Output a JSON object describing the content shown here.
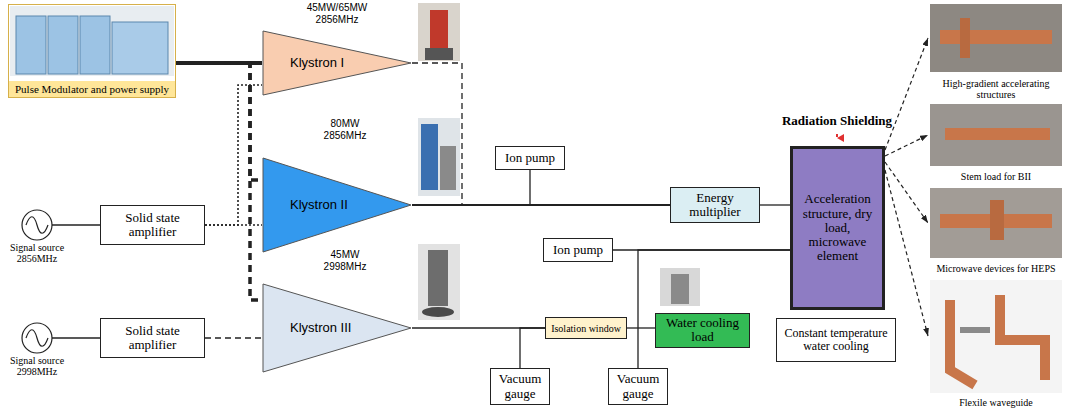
{
  "diagram": {
    "nodes": [
      {
        "text": [
          "Pulse Modulator and power supply"
        ]
      },
      {
        "text": [
          "Klystron I"
        ]
      },
      {
        "text": [
          "Klystron II"
        ]
      },
      {
        "text": [
          "Ion pump"
        ]
      },
      {
        "text": [
          "Signal source 2856MHz"
        ]
      },
      {
        "text": [
          "Solid state amplifier"
        ]
      },
      {
        "text": [
          "Energy multiplier"
        ]
      },
      {
        "text": [
          "Acceleration structure, dry load, microwave element"
        ]
      },
      {
        "text": [
          "Ion pump"
        ]
      },
      {
        "text": [
          "Klystron III"
        ]
      },
      {
        "text": [
          "Signal source 2998MHz"
        ]
      },
      {
        "text": [
          "Solid state amplifier"
        ]
      },
      {
        "text": [
          "Isolation window"
        ]
      },
      {
        "text": [
          "Water cooling load"
        ]
      },
      {
        "text": [
          "Constant temperature water cooling"
        ]
      },
      {
        "text": [
          "Vacuum gauge"
        ]
      },
      {
        "text": [
          "Vacuum gauge"
        ]
      },
      {
        "text": [
          "High-gradient accelerating structures"
        ]
      },
      {
        "text": [
          "Stem load for BII"
        ]
      },
      {
        "text": [
          "Microwave devices for HEPS"
        ]
      },
      {
        "text": [
          "Flexile waveguide"
        ]
      }
    ],
    "edges": [
      {
        "from": 0,
        "to": 1,
        "arrow": "none"
      },
      {
        "from": 0,
        "to": 2,
        "arrow": "none"
      },
      {
        "from": 0,
        "to": 9,
        "arrow": "none"
      },
      {
        "from": 4,
        "to": 5,
        "arrow": "none"
      },
      {
        "from": 5,
        "to": 1,
        "arrow": "none"
      },
      {
        "from": 5,
        "to": 2,
        "arrow": "none"
      },
      {
        "from": 10,
        "to": 11,
        "arrow": "none"
      },
      {
        "from": 11,
        "to": 9,
        "arrow": "none"
      },
      {
        "from": 1,
        "to": 6,
        "arrow": "none"
      },
      {
        "from": 2,
        "to": 6,
        "arrow": "none"
      },
      {
        "from": 3,
        "to": 6,
        "arrow": "none"
      },
      {
        "from": 6,
        "to": 7,
        "arrow": "none"
      },
      {
        "from": 8,
        "to": 7,
        "arrow": "none"
      },
      {
        "from": 9,
        "to": 12,
        "arrow": "none"
      },
      {
        "from": 15,
        "to": 12,
        "arrow": "none"
      },
      {
        "from": 12,
        "to": 13,
        "arrow": "none"
      },
      {
        "from": 16,
        "to": 7,
        "arrow": "none"
      },
      {
        "from": 7,
        "to": 17,
        "arrow": "to"
      },
      {
        "from": 7,
        "to": 18,
        "arrow": "to"
      },
      {
        "from": 7,
        "to": 19,
        "arrow": "to"
      },
      {
        "from": 7,
        "to": 20,
        "arrow": "to"
      }
    ],
    "labels": [
      "45MW/65MW 2856MHz",
      "80MW 2856MHz",
      "45MW 2998MHz",
      "Radiation Shielding"
    ]
  }
}
